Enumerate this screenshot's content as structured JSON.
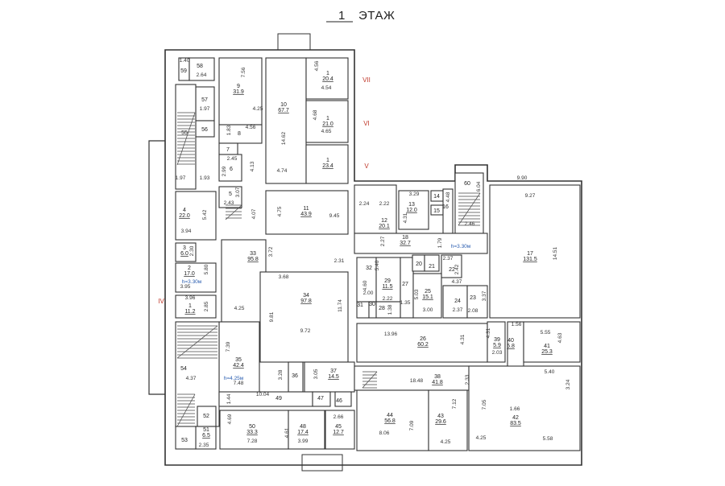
{
  "header": {
    "floor_number": "1",
    "floor_label": "ЭТАЖ"
  },
  "axes": [
    "VII",
    "VI",
    "V",
    "IV"
  ],
  "heights": [
    "h=3.30м",
    "h=3.30м",
    "h=4.25м"
  ],
  "rooms": [
    {
      "num": "59",
      "area": ""
    },
    {
      "num": "58",
      "area": ""
    },
    {
      "num": "57",
      "area": ""
    },
    {
      "num": "56",
      "area": ""
    },
    {
      "num": "55",
      "area": ""
    },
    {
      "num": "9",
      "area": "31.9"
    },
    {
      "num": "8",
      "area": ""
    },
    {
      "num": "7",
      "area": ""
    },
    {
      "num": "6",
      "area": ""
    },
    {
      "num": "5",
      "area": ""
    },
    {
      "num": "10",
      "area": "67.7"
    },
    {
      "num": "1",
      "area": "20.4"
    },
    {
      "num": "1",
      "area": "21.0"
    },
    {
      "num": "1",
      "area": "23.4"
    },
    {
      "num": "4",
      "area": "22.0"
    },
    {
      "num": "11",
      "area": "43.9"
    },
    {
      "num": "3",
      "area": "6.0"
    },
    {
      "num": "2",
      "area": "17.0"
    },
    {
      "num": "1",
      "area": "11.2"
    },
    {
      "num": "33",
      "area": "95.8"
    },
    {
      "num": "34",
      "area": "97.8"
    },
    {
      "num": "35",
      "area": "42.4"
    },
    {
      "num": "36",
      "area": ""
    },
    {
      "num": "37",
      "area": "14.5"
    },
    {
      "num": "54",
      "area": ""
    },
    {
      "num": "49",
      "area": ""
    },
    {
      "num": "47",
      "area": ""
    },
    {
      "num": "46",
      "area": ""
    },
    {
      "num": "52",
      "area": ""
    },
    {
      "num": "51",
      "area": "6.5"
    },
    {
      "num": "53",
      "area": ""
    },
    {
      "num": "50",
      "area": "33.3"
    },
    {
      "num": "48",
      "area": "17.4"
    },
    {
      "num": "45",
      "area": "12.7"
    },
    {
      "num": "12",
      "area": "20.1"
    },
    {
      "num": "13",
      "area": "12.0"
    },
    {
      "num": "14",
      "area": ""
    },
    {
      "num": "15",
      "area": ""
    },
    {
      "num": "16",
      "area": ""
    },
    {
      "num": "60",
      "area": ""
    },
    {
      "num": "18",
      "area": "32.7"
    },
    {
      "num": "17",
      "area": "131.5"
    },
    {
      "num": "32",
      "area": ""
    },
    {
      "num": "29",
      "area": "11.5"
    },
    {
      "num": "27",
      "area": ""
    },
    {
      "num": "20",
      "area": ""
    },
    {
      "num": "21",
      "area": ""
    },
    {
      "num": "22",
      "area": ""
    },
    {
      "num": "25",
      "area": "15.1"
    },
    {
      "num": "24",
      "area": ""
    },
    {
      "num": "23",
      "area": ""
    },
    {
      "num": "31",
      "area": ""
    },
    {
      "num": "30",
      "area": ""
    },
    {
      "num": "28",
      "area": ""
    },
    {
      "num": "26",
      "area": "60.2"
    },
    {
      "num": "39",
      "area": "5.9"
    },
    {
      "num": "40",
      "area": "5.8"
    },
    {
      "num": "41",
      "area": "25.3"
    },
    {
      "num": "38",
      "area": "41.8"
    },
    {
      "num": "44",
      "area": "56.8"
    },
    {
      "num": "43",
      "area": "29.6"
    },
    {
      "num": "42",
      "area": "83.5"
    }
  ],
  "dimensions": [
    "1.40",
    "2.64",
    "1.97",
    "1.97",
    "1.93",
    "7.56",
    "4.25",
    "1.83",
    "4.56",
    "2.45",
    "2.99",
    "4.13",
    "2.43",
    "3.07",
    "14.62",
    "4.74",
    "4.56",
    "4.54",
    "4.68",
    "4.65",
    "5.42",
    "3.94",
    "4.07",
    "4.75",
    "9.45",
    "2.30",
    "5.80",
    "3.95",
    "3.96",
    "2.85",
    "3.72",
    "4.25",
    "3.68",
    "9.81",
    "11.74",
    "9.72",
    "2.31",
    "7.39",
    "7.48",
    "3.28",
    "3.05",
    "4.37",
    "10.04",
    "1.44",
    "4.69",
    "7.28",
    "4.61",
    "3.99",
    "2.66",
    "2.35",
    "2.24",
    "2.22",
    "3.29",
    "4.31",
    "4.48",
    "6.04",
    "2.46",
    "2.27",
    "1.79",
    "9.90",
    "9.27",
    "14.51",
    "5.40",
    "4.60",
    "2.00",
    "2.22",
    "1.35",
    "2.37",
    "2.42",
    "5.03",
    "3.00",
    "4.37",
    "2.37",
    "3.37",
    "2.08",
    "1.38",
    "13.96",
    "4.31",
    "4.31",
    "2.03",
    "1.56",
    "5.55",
    "4.63",
    "18.48",
    "2.33",
    "7.09",
    "8.06",
    "7.12",
    "4.25",
    "5.40",
    "3.24",
    "7.05",
    "1.66",
    "4.25",
    "5.58"
  ]
}
